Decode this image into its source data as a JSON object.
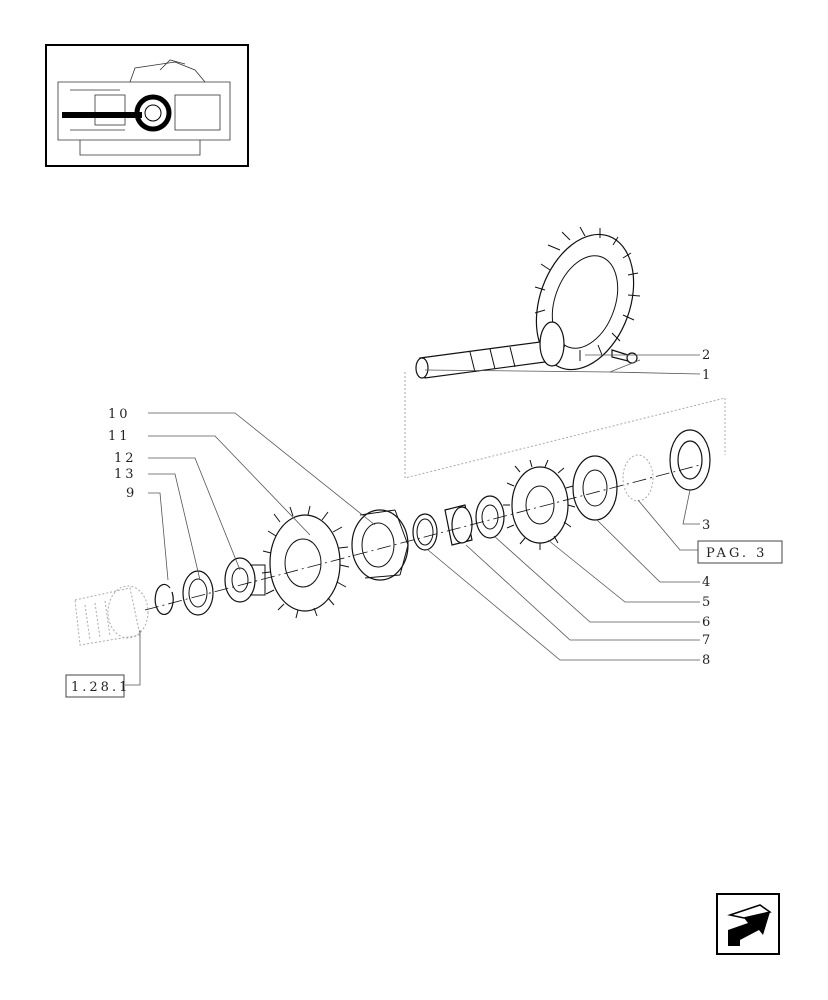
{
  "callouts": {
    "c1": "1",
    "c2": "2",
    "c3": "3",
    "c4": "4",
    "c5": "5",
    "c6": "6",
    "c7": "7",
    "c8": "8",
    "c9": "9",
    "c10": "10",
    "c11": "11",
    "c12": "12",
    "c13": "13"
  },
  "refs": {
    "page_ref": "PAG. 3",
    "section_ref": "1.28.1"
  },
  "icons": {
    "nav": "arrow-back-icon",
    "thumb": "transmission-thumbnail-icon"
  }
}
